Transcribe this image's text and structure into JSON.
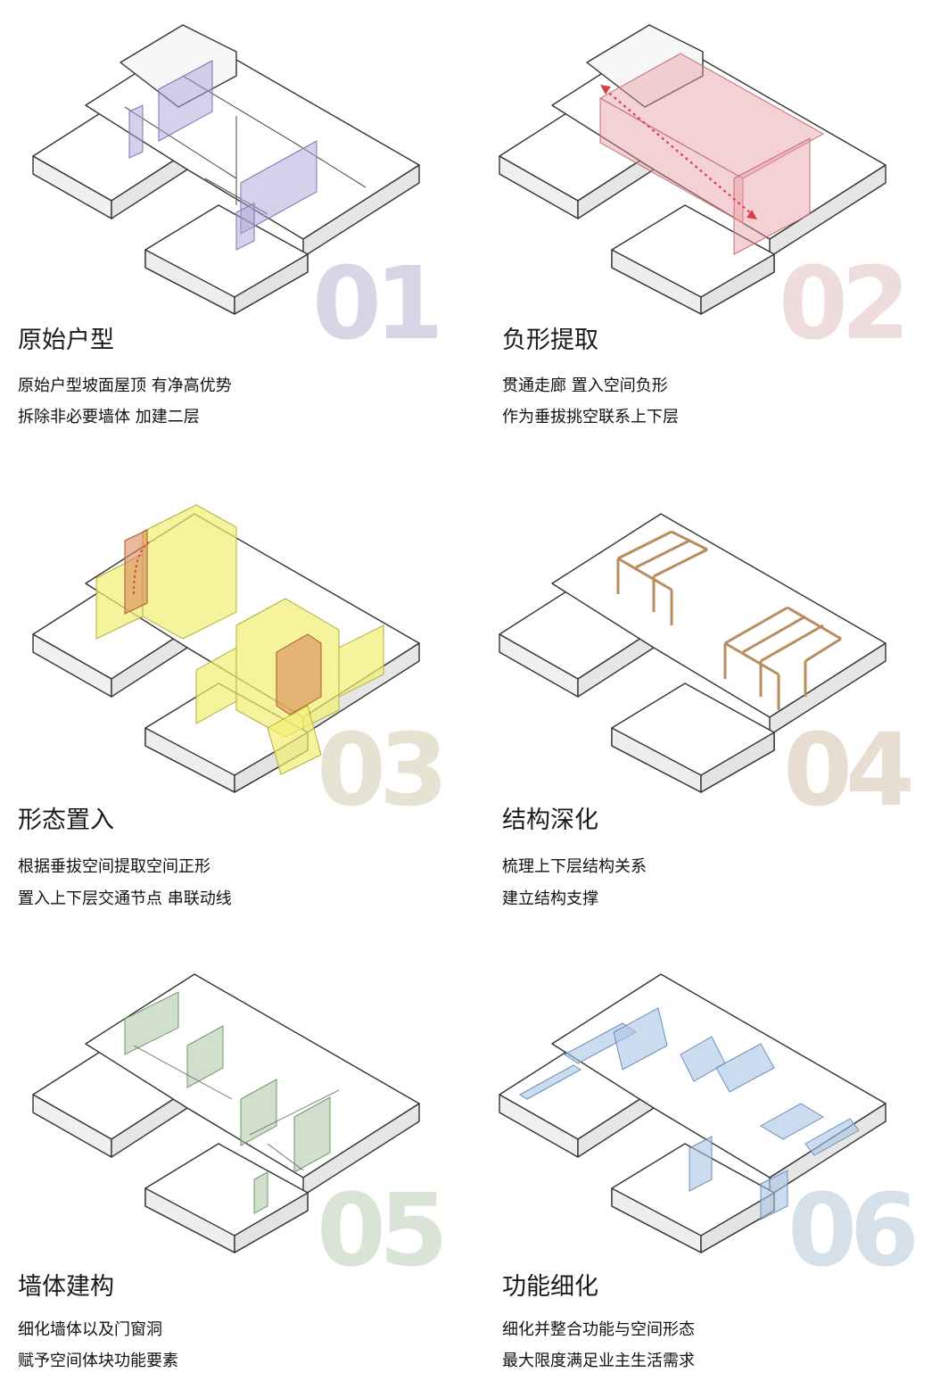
{
  "steps": [
    {
      "num": "01",
      "title": "原始户型",
      "line1": "原始户型坡面屋顶 有净高优势",
      "line2": "拆除非必要墙体 加建二层",
      "num_color": "#d6d6e6",
      "accent": "#a9a6d6"
    },
    {
      "num": "02",
      "title": "负形提取",
      "line1": "贯通走廊 置入空间负形",
      "line2": "作为垂拔挑空联系上下层",
      "num_color": "#efdcdc",
      "accent": "#e79aa0"
    },
    {
      "num": "03",
      "title": "形态置入",
      "line1": "根据垂拔空间提取空间正形",
      "line2": "置入上下层交通节点 串联动线",
      "num_color": "#e6e3d2",
      "accent": "#f2ee74"
    },
    {
      "num": "04",
      "title": "结构深化",
      "line1": "梳理上下层结构关系",
      "line2": "建立结构支撑",
      "num_color": "#e7ddd0",
      "accent": "#b98c5e"
    },
    {
      "num": "05",
      "title": "墙体建构",
      "line1": "细化墙体以及门窗洞",
      "line2": "赋予空间体块功能要素",
      "num_color": "#d9e4d6",
      "accent": "#a9c6a4"
    },
    {
      "num": "06",
      "title": "功能细化",
      "line1": "细化并整合功能与空间形态",
      "line2": "最大限度满足业主生活需求",
      "num_color": "#d6e0e8",
      "accent": "#a9c4e4"
    }
  ]
}
